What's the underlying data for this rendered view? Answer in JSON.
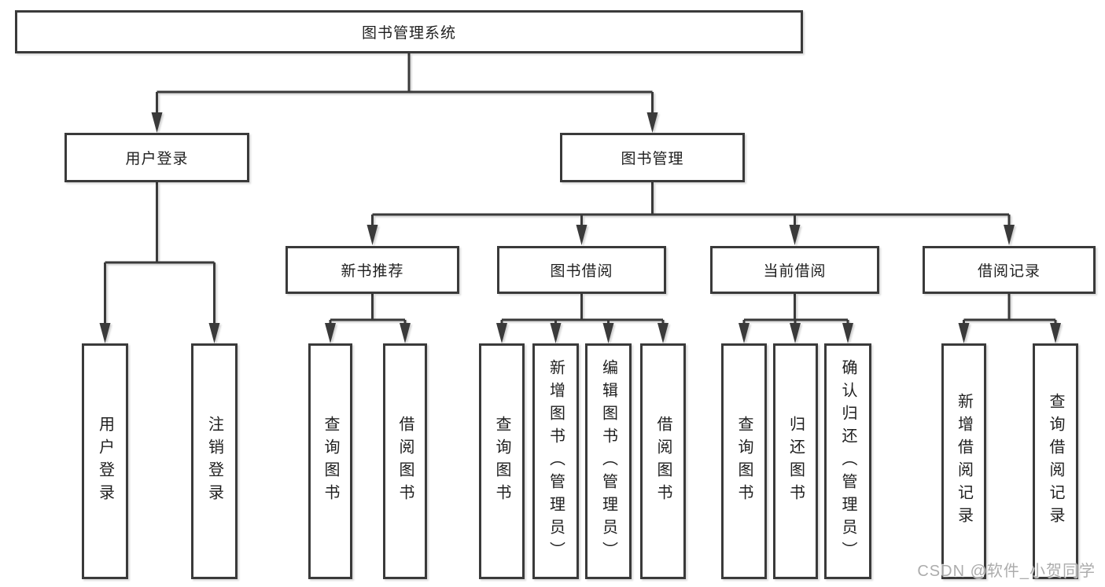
{
  "diagram": {
    "colors": {
      "line": "#3a3a3a",
      "box_border": "#3a3a3a",
      "box_fill": "#ffffff",
      "text": "#1f1f1f",
      "watermark": "#9e9e9e"
    },
    "nodes": {
      "root": {
        "label": "图书管理系统"
      },
      "user_login": {
        "label": "用户登录"
      },
      "book_management": {
        "label": "图书管理"
      },
      "new_book_recommend": {
        "label": "新书推荐"
      },
      "book_borrow": {
        "label": "图书借阅"
      },
      "current_borrow": {
        "label": "当前借阅"
      },
      "borrow_record": {
        "label": "借阅记录"
      },
      "leaf_user_login": {
        "label": "用户登录"
      },
      "leaf_logout": {
        "label": "注销登录"
      },
      "leaf_query_book_recommend": {
        "label": "查询图书"
      },
      "leaf_borrow_book_recommend": {
        "label": "借阅图书"
      },
      "leaf_query_book_borrow": {
        "label": "查询图书"
      },
      "leaf_add_book_admin": {
        "label": "新增图书（管理员）"
      },
      "leaf_edit_book_admin": {
        "label": "编辑图书（管理员）"
      },
      "leaf_borrow_book": {
        "label": "借阅图书"
      },
      "leaf_query_book_current": {
        "label": "查询图书"
      },
      "leaf_return_book": {
        "label": "归还图书"
      },
      "leaf_confirm_return_admin": {
        "label": "确认归还（管理员）"
      },
      "leaf_add_borrow_record": {
        "label": "新增借阅记录"
      },
      "leaf_query_borrow_record": {
        "label": "查询借阅记录"
      }
    },
    "watermark": "CSDN @软件_小贺同学"
  }
}
